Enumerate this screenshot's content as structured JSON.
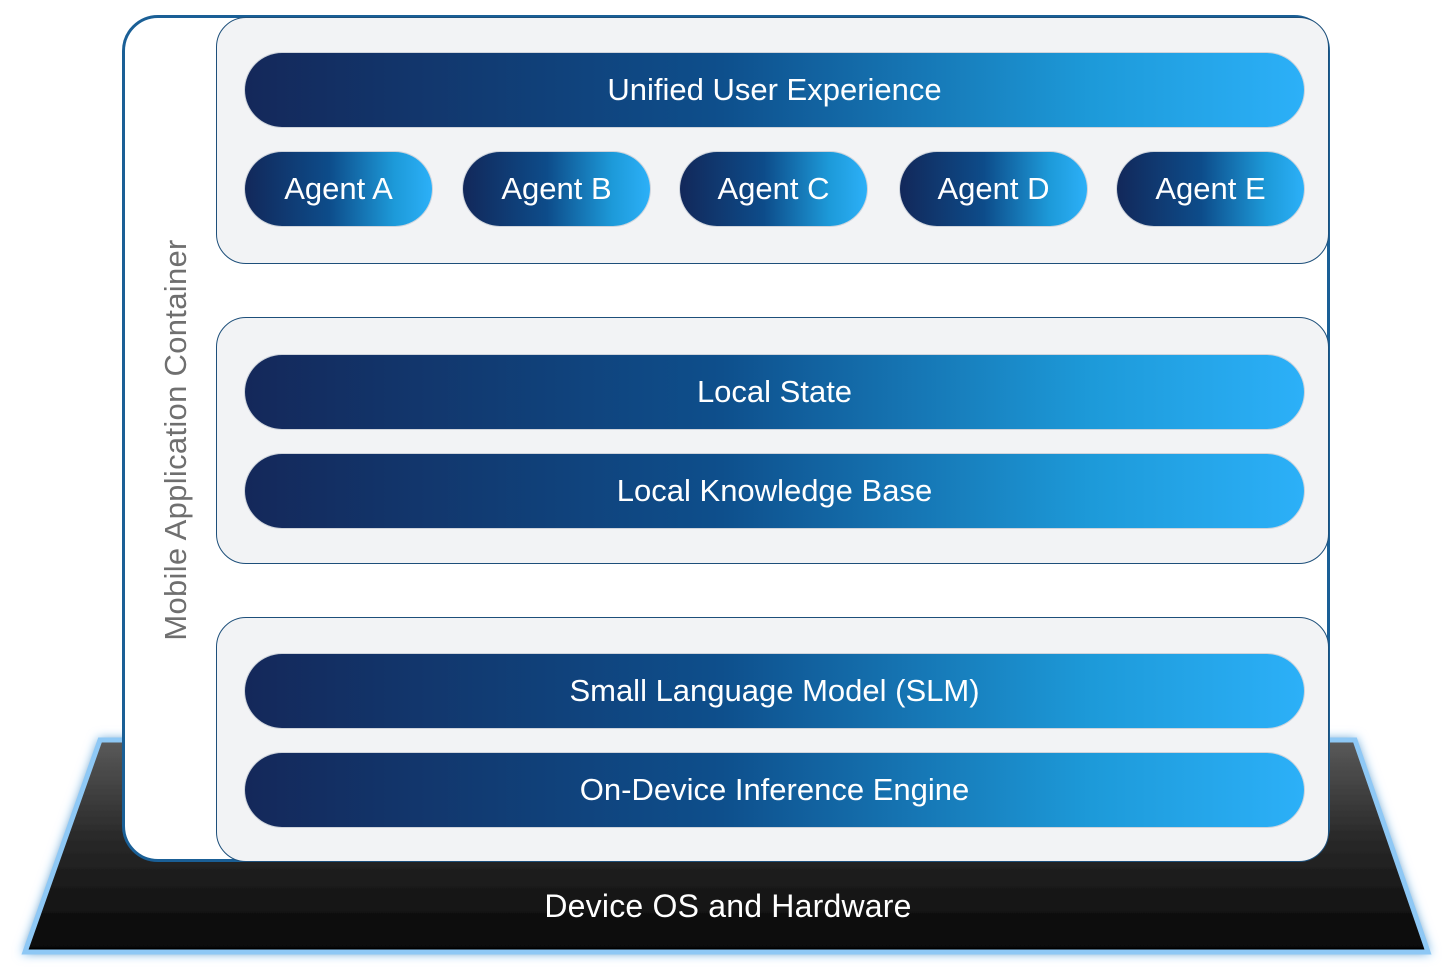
{
  "device": {
    "label": "Device OS and Hardware"
  },
  "container": {
    "label": "Mobile Application Container"
  },
  "layers": {
    "experience": {
      "unified_label": "Unified User Experience",
      "agents": [
        "Agent A",
        "Agent B",
        "Agent C",
        "Agent D",
        "Agent E"
      ]
    },
    "data": {
      "local_state": "Local State",
      "knowledge_base": "Local Knowledge Base"
    },
    "model": {
      "slm": "Small Language Model (SLM)",
      "inference_engine": "On-Device Inference Engine"
    }
  },
  "colors": {
    "pill_gradient_start": "#14285a",
    "pill_gradient_end": "#2cb0f8",
    "container_border": "#1a5f96",
    "panel_background": "#f2f3f5",
    "device_glow": "#8ec8f5"
  }
}
